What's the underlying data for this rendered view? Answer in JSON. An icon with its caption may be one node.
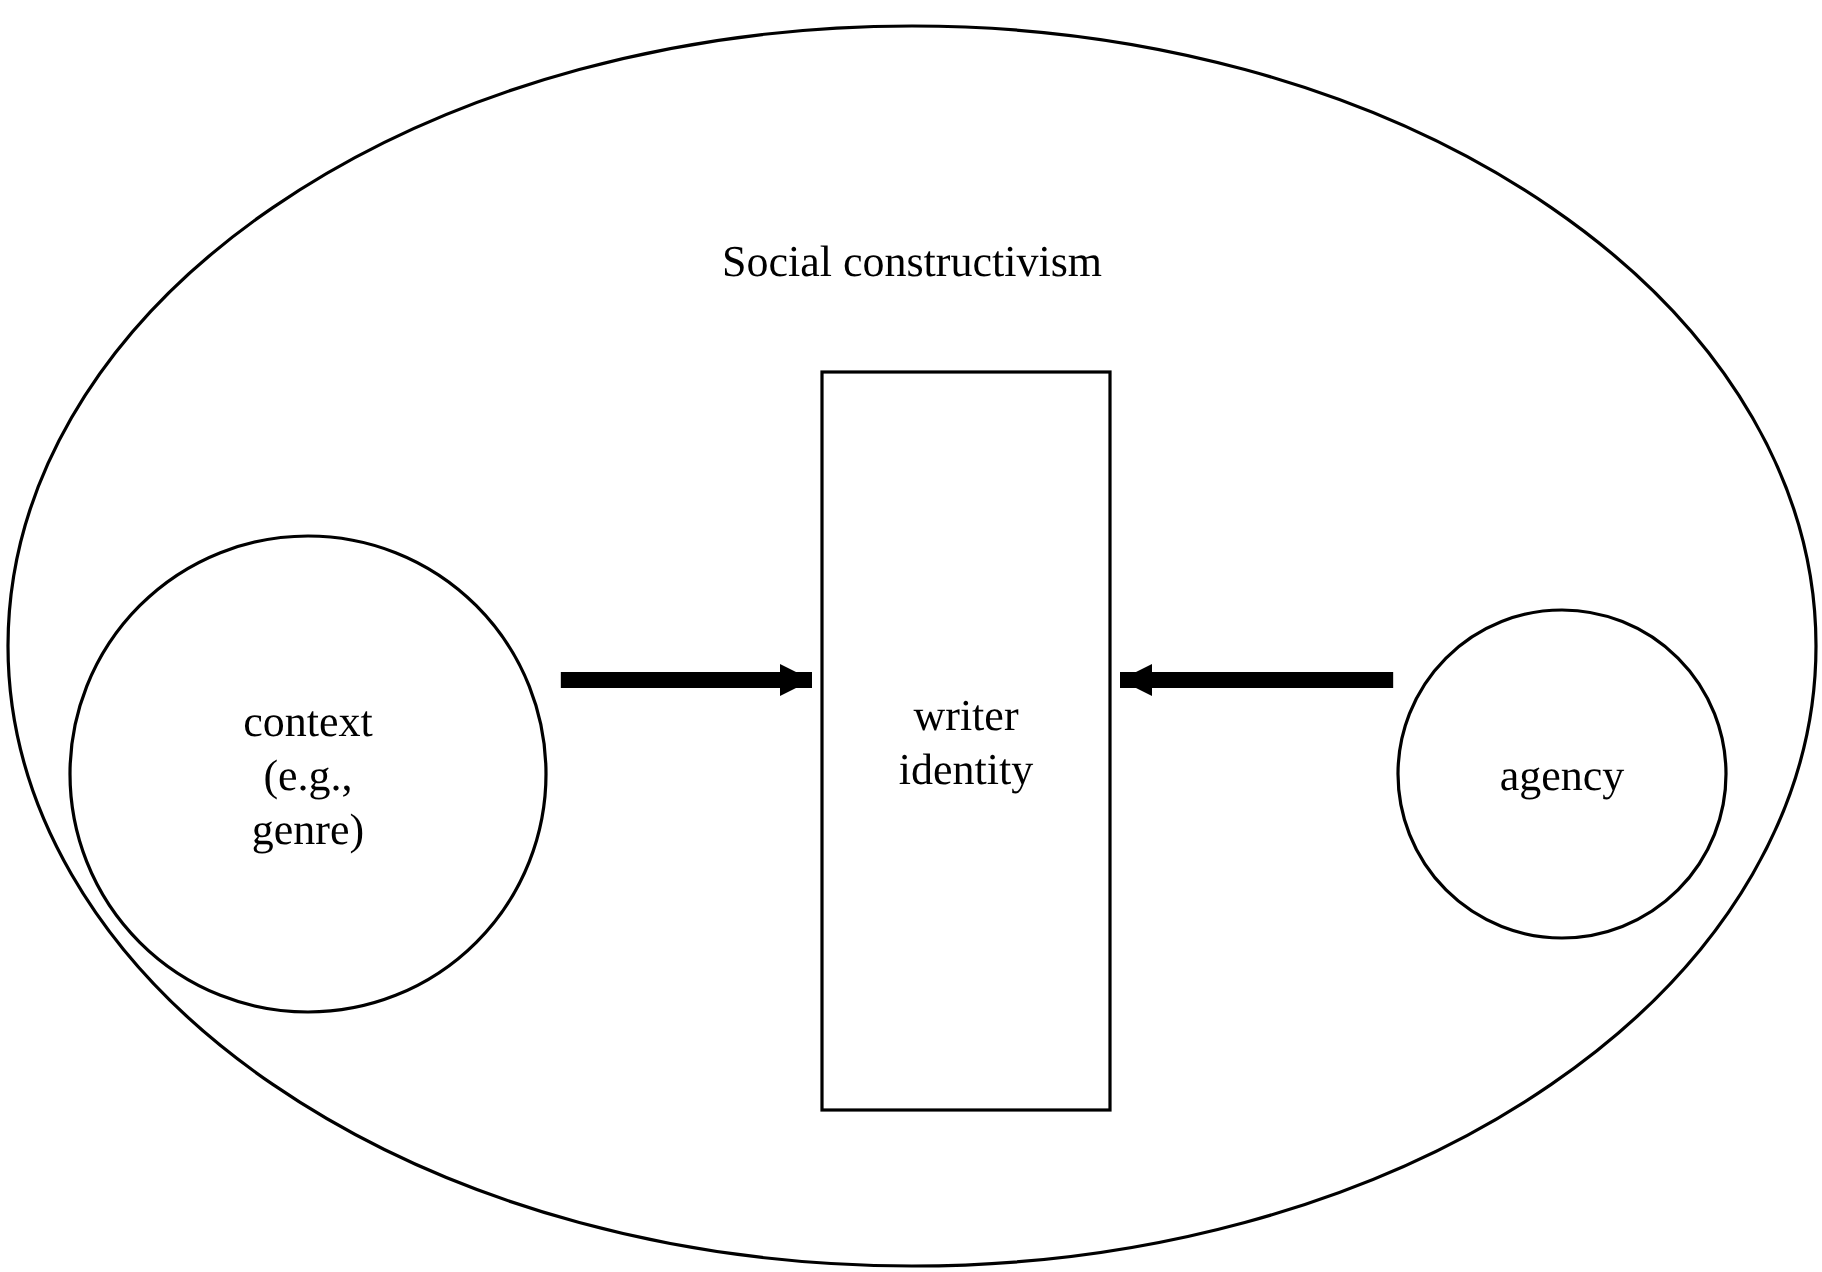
{
  "diagram": {
    "nodes": [
      {
        "text": [
          "Social constructivism"
        ]
      },
      {
        "text": [
          "context (e.g., genre)"
        ],
        "in": 0
      },
      {
        "text": [
          "writer identity"
        ],
        "in": 0
      },
      {
        "text": [
          "agency"
        ],
        "in": 0
      }
    ],
    "edges": [
      {
        "from": 1,
        "to": 2,
        "arrow": "to"
      },
      {
        "from": 3,
        "to": 2,
        "arrow": "to"
      }
    ]
  }
}
